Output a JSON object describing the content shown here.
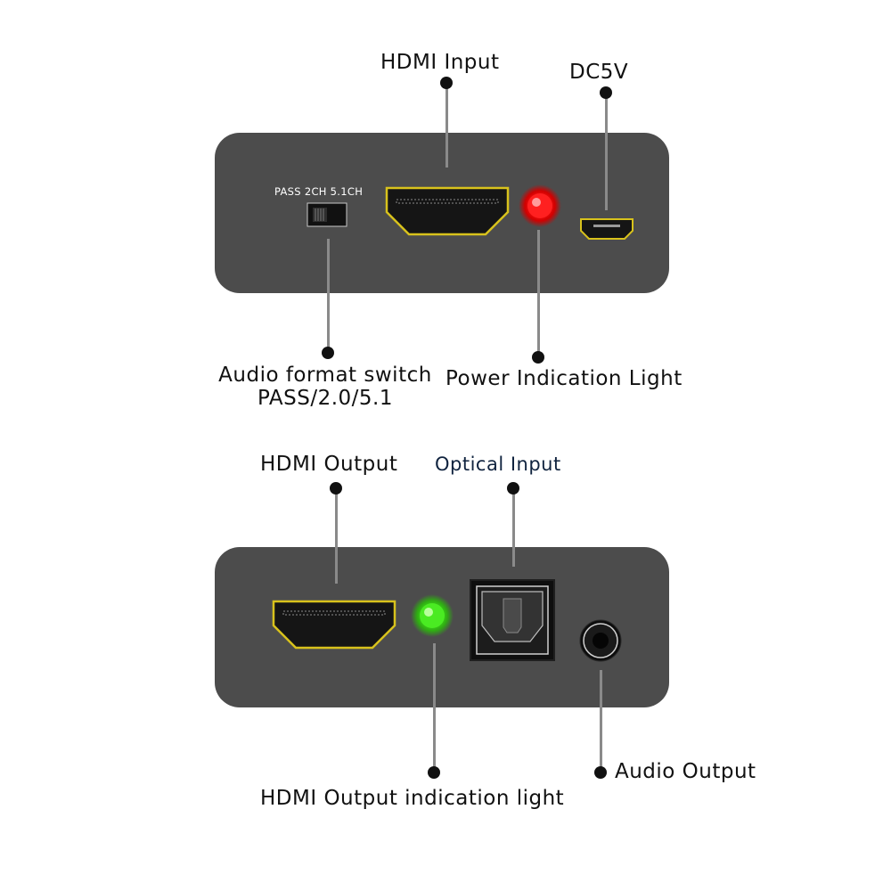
{
  "top": {
    "hdmi_input": "HDMI Input",
    "dc_5v": "DC5V",
    "switch_text": "PASS 2CH 5.1CH",
    "audio_switch_line1": "Audio format switch",
    "audio_switch_line2": "PASS/2.0/5.1",
    "power_light": "Power Indication Light",
    "power_led_color": "#ff1a1a"
  },
  "bottom": {
    "hdmi_output": "HDMI Output",
    "optical_input": "Optical Input",
    "audio_output": "Audio Output",
    "hdmi_output_light": "HDMI Output indication light",
    "output_led_color": "#44e61e"
  },
  "colors": {
    "panel": "#4c4c4c",
    "port_outline": "#d8c21c",
    "leader": "#8a8a8a"
  }
}
